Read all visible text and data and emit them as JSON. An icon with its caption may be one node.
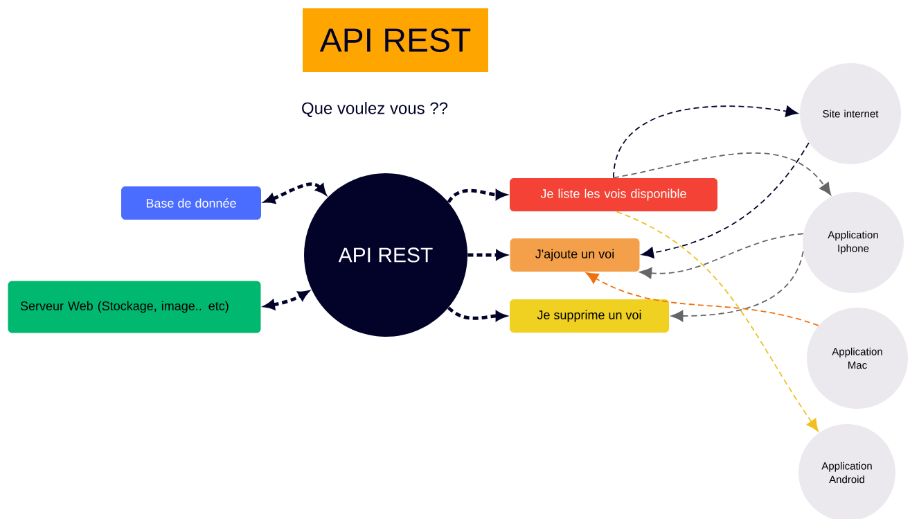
{
  "diagram": {
    "title": "API REST",
    "nodes": [
      {
        "text": [
          "Base de donnée"
        ]
      },
      {
        "text": [
          "Serveur Web (Stockage, image.. etc)"
        ]
      },
      {
        "text": [
          "API REST"
        ]
      },
      {
        "text": [
          "Je liste les vois disponible"
        ]
      },
      {
        "text": [
          "J'ajoute un voi"
        ]
      },
      {
        "text": [
          "Je supprime un voi"
        ]
      },
      {
        "text": [
          "Site internet"
        ]
      },
      {
        "text": [
          "Application Iphone"
        ]
      },
      {
        "text": [
          "Application Mac"
        ]
      },
      {
        "text": [
          "Application Android"
        ]
      }
    ],
    "edges": [
      {
        "from": 0,
        "to": 2,
        "arrow": "both",
        "style": "dashed"
      },
      {
        "from": 1,
        "to": 2,
        "arrow": "both",
        "style": "dashed"
      },
      {
        "from": 2,
        "to": 3,
        "arrow": "to",
        "style": "dashed"
      },
      {
        "from": 2,
        "to": 4,
        "arrow": "to",
        "style": "dashed"
      },
      {
        "from": 2,
        "to": 5,
        "arrow": "to",
        "style": "dashed"
      },
      {
        "from": 3,
        "to": 6,
        "arrow": "to",
        "style": "dashed"
      },
      {
        "from": 6,
        "to": 4,
        "arrow": "to",
        "style": "dashed"
      },
      {
        "from": 3,
        "to": 7,
        "arrow": "to",
        "style": "dashed",
        "color": "#666666"
      },
      {
        "from": 7,
        "to": 4,
        "arrow": "to",
        "style": "dashed",
        "color": "#666666"
      },
      {
        "from": 7,
        "to": 5,
        "arrow": "to",
        "style": "dashed",
        "color": "#666666"
      },
      {
        "from": 8,
        "to": 4,
        "arrow": "to",
        "style": "dashed",
        "color": "#f07010"
      },
      {
        "from": 3,
        "to": 9,
        "arrow": "to",
        "style": "dashed",
        "color": "#f0c020"
      }
    ],
    "labels": [
      "Que voulez vous ??"
    ]
  }
}
